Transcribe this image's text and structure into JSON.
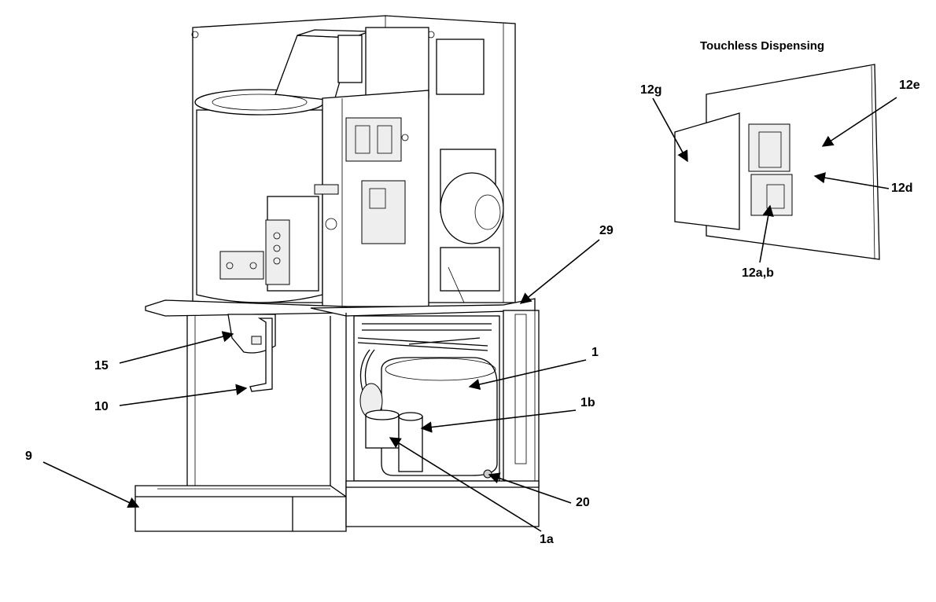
{
  "inset": {
    "title": "Touchless Dispensing"
  },
  "callouts": {
    "c1": "1",
    "c1a": "1a",
    "c1b": "1b",
    "c9": "9",
    "c10": "10",
    "c15": "15",
    "c20": "20",
    "c29": "29",
    "c12g": "12g",
    "c12e": "12e",
    "c12d": "12d",
    "c12ab": "12a,b"
  }
}
